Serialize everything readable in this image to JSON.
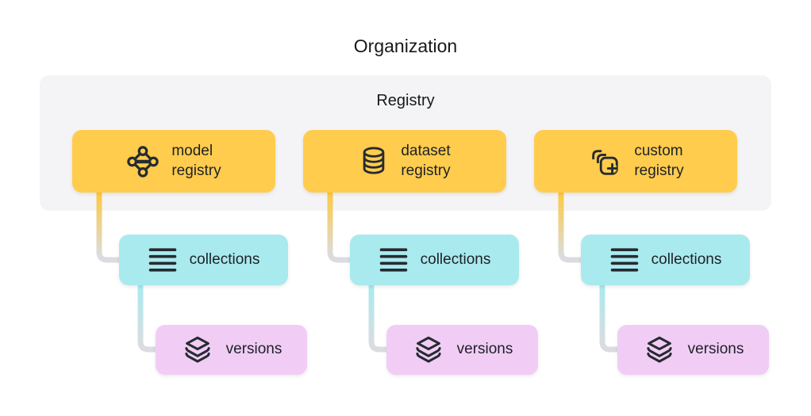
{
  "title": "Organization",
  "registry_group": {
    "label": "Registry"
  },
  "columns": [
    {
      "registry": {
        "label": "model\nregistry",
        "icon": "model-graph-icon"
      },
      "collections": {
        "label": "collections",
        "icon": "list-icon"
      },
      "versions": {
        "label": "versions",
        "icon": "layers-icon"
      }
    },
    {
      "registry": {
        "label": "dataset\nregistry",
        "icon": "database-icon"
      },
      "collections": {
        "label": "collections",
        "icon": "list-icon"
      },
      "versions": {
        "label": "versions",
        "icon": "layers-icon"
      }
    },
    {
      "registry": {
        "label": "custom\nregistry",
        "icon": "stacked-frames-plus-icon"
      },
      "collections": {
        "label": "collections",
        "icon": "list-icon"
      },
      "versions": {
        "label": "versions",
        "icon": "layers-icon"
      }
    }
  ],
  "colors": {
    "registry_box": "#ffcc4d",
    "collections_box": "#a9eaee",
    "versions_box": "#f1cdf6",
    "group_background": "#f4f4f6",
    "connector_gray": "#dadce0",
    "icon_and_text": "#1d2127"
  }
}
